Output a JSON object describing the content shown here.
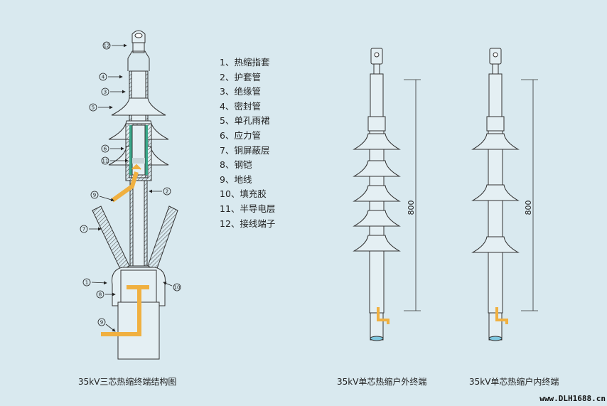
{
  "legend": [
    "1、热缩指套",
    "2、护套管",
    "3、绝缘管",
    "4、密封管",
    "5、单孔雨裙",
    "6、应力管",
    "7、铜屏蔽层",
    "8、钢铠",
    "9、地线",
    "10、填充胶",
    "11、半导电层",
    "12、接线端子"
  ],
  "callouts": [
    "12",
    "4",
    "3",
    "5",
    "6",
    "11",
    "9",
    "2",
    "7",
    "1",
    "8",
    "10",
    "9"
  ],
  "dimensions": {
    "outdoor": "800",
    "indoor": "800"
  },
  "captions": {
    "three_core": "35kV三芯热缩终端结构图",
    "outdoor": "35kV单芯热缩户外终端",
    "indoor": "35kV单芯热缩户内终端"
  },
  "watermark": "www.DLH1688.cn",
  "colors": {
    "background": "#d9e9ef",
    "ground_wire": "#f0b040",
    "stress_tube": "#3aa88a",
    "line": "#333333"
  }
}
